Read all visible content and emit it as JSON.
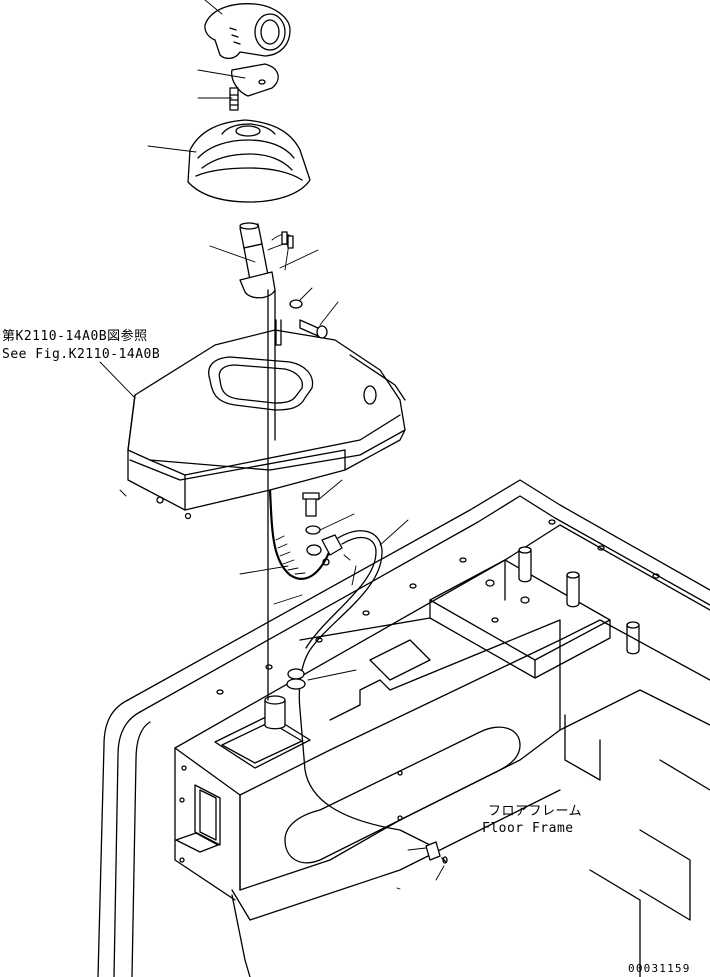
{
  "drawing": {
    "reference_note_jp": "第K2110-14A0B図参照",
    "reference_note_en": "See Fig.K2110-14A0B",
    "floor_frame_jp": "フロアフレーム",
    "floor_frame_en": "Floor Frame",
    "drawing_number": "00031159"
  },
  "colors": {
    "line": "#000000",
    "background": "#ffffff"
  }
}
